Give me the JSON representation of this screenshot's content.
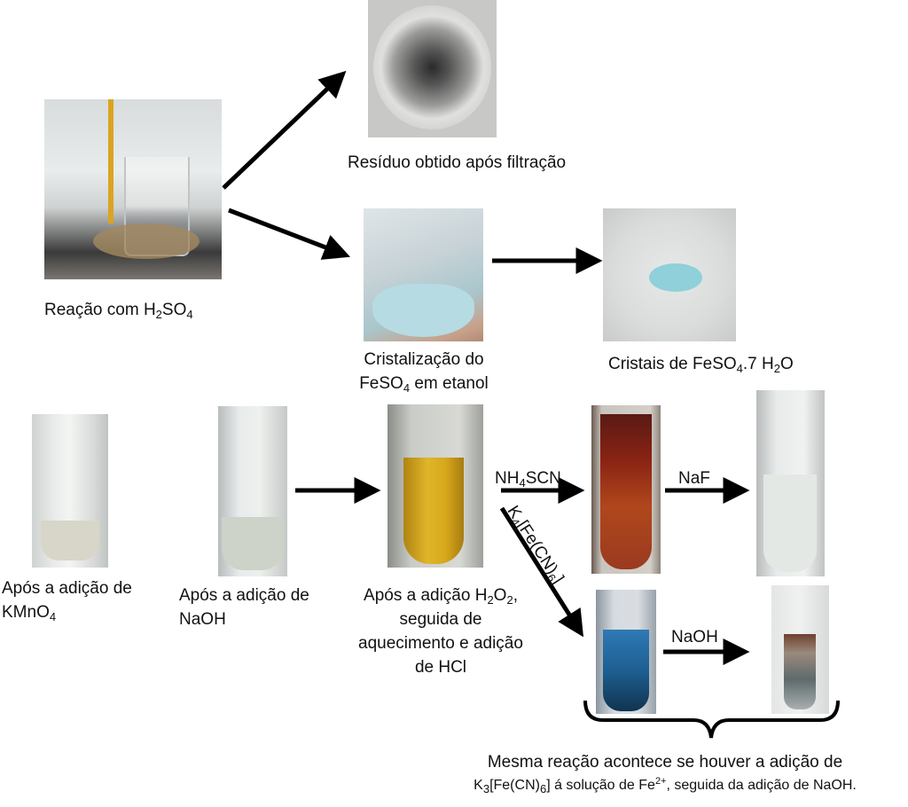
{
  "labels": {
    "reaction": {
      "a": "Reação com H",
      "s1": "2",
      "b": "SO",
      "s2": "4"
    },
    "residue": "Resíduo obtido após filtração",
    "crystallization": {
      "line1": "Cristalização do",
      "a": "FeSO",
      "s1": "4",
      "b": " em etanol"
    },
    "crystals": {
      "a": "Cristais de FeSO",
      "s1": "4",
      "b": ".7 H",
      "s2": "2",
      "c": "O"
    },
    "kmno4": {
      "line1": "Após a adição de",
      "a": "KMnO",
      "s1": "4"
    },
    "naoh_tube": {
      "line1": "Após a adição de",
      "line2": "NaOH"
    },
    "h2o2": {
      "a": "Após a adição H",
      "s1": "2",
      "b": "O",
      "s2": "2",
      "c": ",",
      "line2": "seguida de",
      "line3": "aquecimento e adição",
      "line4": "de HCl"
    },
    "nh4scn": {
      "a": "NH",
      "s1": "4",
      "b": "SCN"
    },
    "k4fecn6": {
      "a": "K",
      "s1": "4",
      "b": "[Fe(CN)",
      "s2": "6",
      "c": "]"
    },
    "naf": "NaF",
    "naoh_arrow": "NaOH",
    "footnote": {
      "line1": "Mesma reação acontece se houver a adição de",
      "a": "K",
      "s1": "3",
      "b": "[Fe(CN)",
      "s2": "6",
      "c": "] á solução de Fe",
      "sup": "2+",
      "d": ", seguida da adição de NaOH."
    }
  }
}
